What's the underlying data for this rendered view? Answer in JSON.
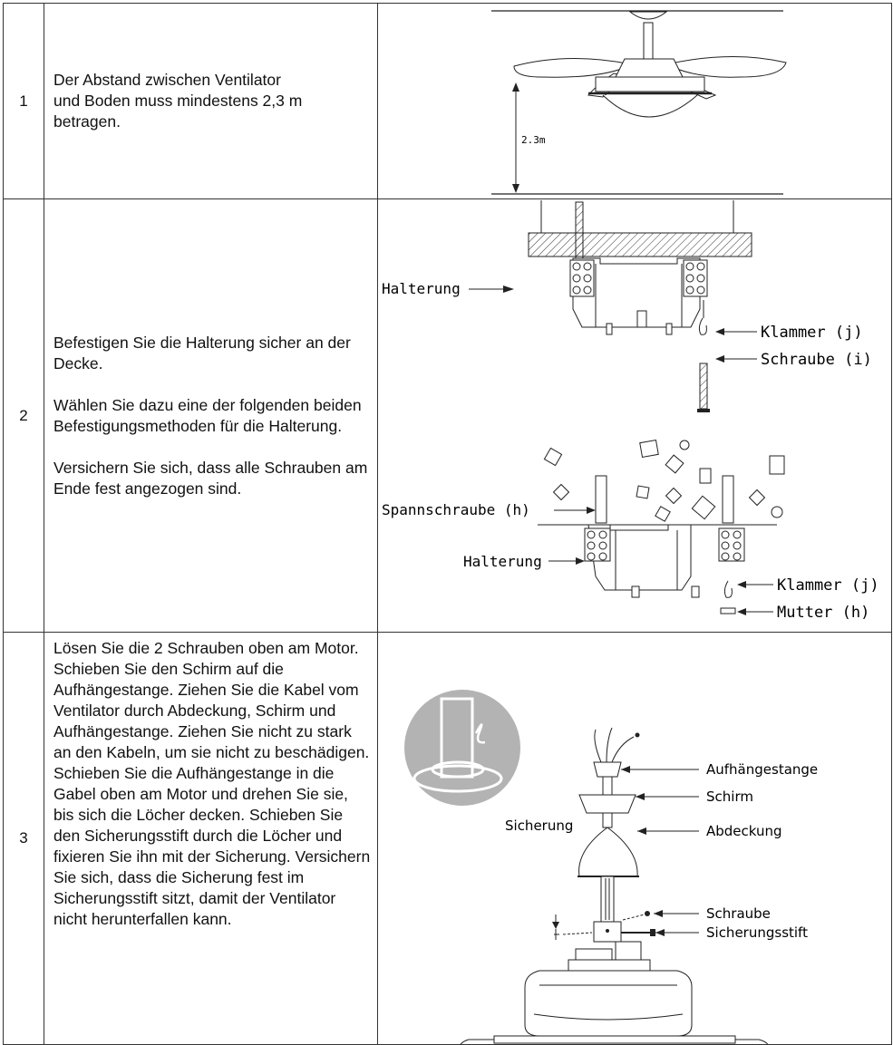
{
  "steps": [
    {
      "number": "1",
      "text": [
        "Der Abstand zwischen Ventilator",
        "und Boden muss mindestens 2,3 m",
        "betragen."
      ],
      "figure": {
        "height_label": "2.3m"
      }
    },
    {
      "number": "2",
      "paragraphs": [
        "Befestigen Sie die Halterung sicher an der Decke.",
        "Wählen Sie dazu eine der folgenden beiden Befestigungsmethoden für die Halterung.",
        "Versichern Sie sich, dass alle Schrauben am Ende fest angezogen sind."
      ],
      "figure": {
        "labels": [
          "Halterung",
          "Klammer (j)",
          "Schraube (i)",
          "Spannschraube (h)",
          "Halterung",
          "Klammer (j)",
          "Mutter (h)"
        ]
      }
    },
    {
      "number": "3",
      "text": "Lösen Sie die 2 Schrauben oben am Motor. Schieben Sie den Schirm auf die Aufhängestange. Ziehen Sie die Kabel vom Ventilator durch Abdeckung, Schirm und Aufhängestange. Ziehen Sie nicht zu stark an den Kabeln, um sie nicht zu beschädigen. Schieben Sie die Aufhängestange in die Gabel oben am Motor und drehen Sie sie, bis sich die Löcher decken. Schieben Sie den Sicherungsstift durch die Löcher und fixieren Sie ihn mit der Sicherung. Versichern Sie sich, dass die Sicherung fest im Sicherungsstift sitzt, damit der Ventilator nicht herunterfallen kann.",
      "figure": {
        "labels": [
          "Aufhängestange",
          "Schirm",
          "Abdeckung",
          "Schraube",
          "Sicherungsstift",
          "Sicherung"
        ]
      }
    }
  ]
}
